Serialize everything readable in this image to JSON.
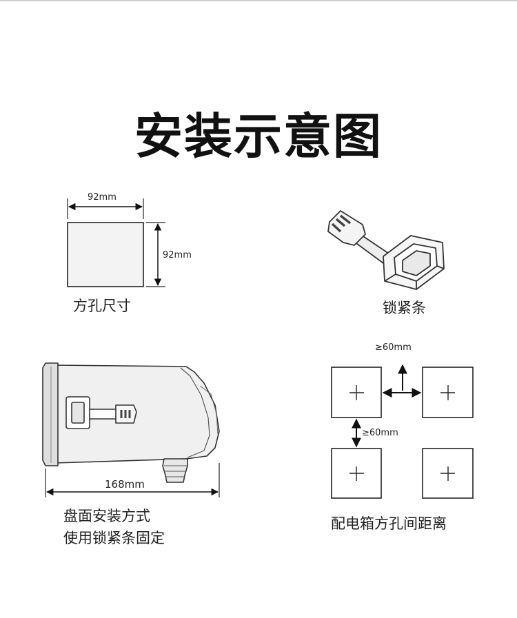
{
  "title": "安装示意图",
  "cutout": {
    "label": "方孔尺寸",
    "width_dim": "92mm",
    "height_dim": "92mm"
  },
  "lock_strip": {
    "label": "锁紧条"
  },
  "panel_mount": {
    "length_dim": "168mm",
    "label_line1": "盘面安装方式",
    "label_line2": "使用锁紧条固定"
  },
  "spacing": {
    "horizontal_gap": "≥60mm",
    "vertical_gap": "≥60mm",
    "label": "配电箱方孔间距离"
  }
}
